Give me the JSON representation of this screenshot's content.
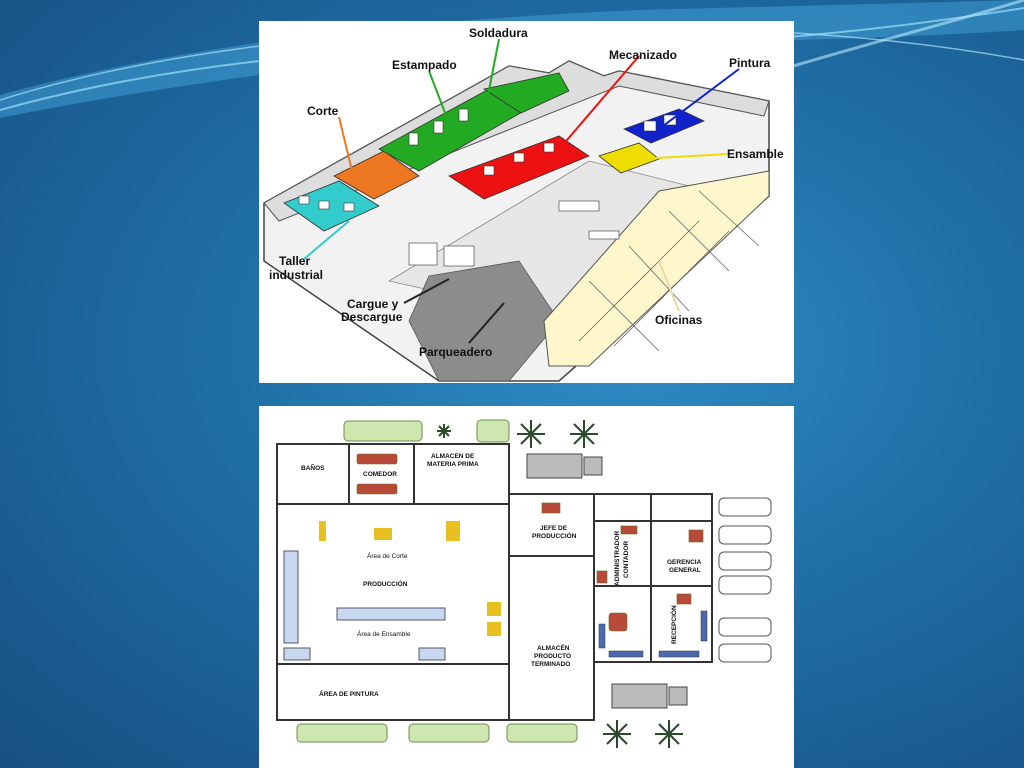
{
  "iso_labels": {
    "soldadura": "Soldadura",
    "estampado": "Estampado",
    "mecanizado": "Mecanizado",
    "pintura": "Pintura",
    "corte": "Corte",
    "ensamble": "Ensamble",
    "taller_1": "Taller",
    "taller_2": "industrial",
    "cargue_1": "Cargue y",
    "cargue_2": "Descargue",
    "oficinas": "Oficinas",
    "parqueadero": "Parqueadero"
  },
  "zone_colors": {
    "taller": "#33cccc",
    "corte": "#ee7722",
    "estampado": "#22aa22",
    "soldadura": "#22aa22",
    "mecanizado": "#ee1111",
    "pintura": "#1122cc",
    "ensamble": "#eedd00",
    "oficinas": "#fff7cc"
  },
  "plan_labels": {
    "banos": "BAÑOS",
    "comedor": "COMEDOR",
    "almacen_mp_1": "ALMACEN DE",
    "almacen_mp_2": "MATERIA PRIMA",
    "area_corte": "Área de Corte",
    "produccion": "PRODUCCIÓN",
    "area_ensamble": "Área de Ensamble",
    "area_pintura": "ÁREA DE PINTURA",
    "jefe_1": "JEFE DE",
    "jefe_2": "PRODUCCIÓN",
    "almacen_pt_1": "ALMACÉN",
    "almacen_pt_2": "PRODUCTO",
    "almacen_pt_3": "TERMINADO",
    "administrador": "ADMINISTRADOR",
    "contador": "CONTADOR",
    "gerencia_1": "GERENCIA",
    "gerencia_2": "GENERAL",
    "recepcion": "RECEPCIÓN"
  }
}
